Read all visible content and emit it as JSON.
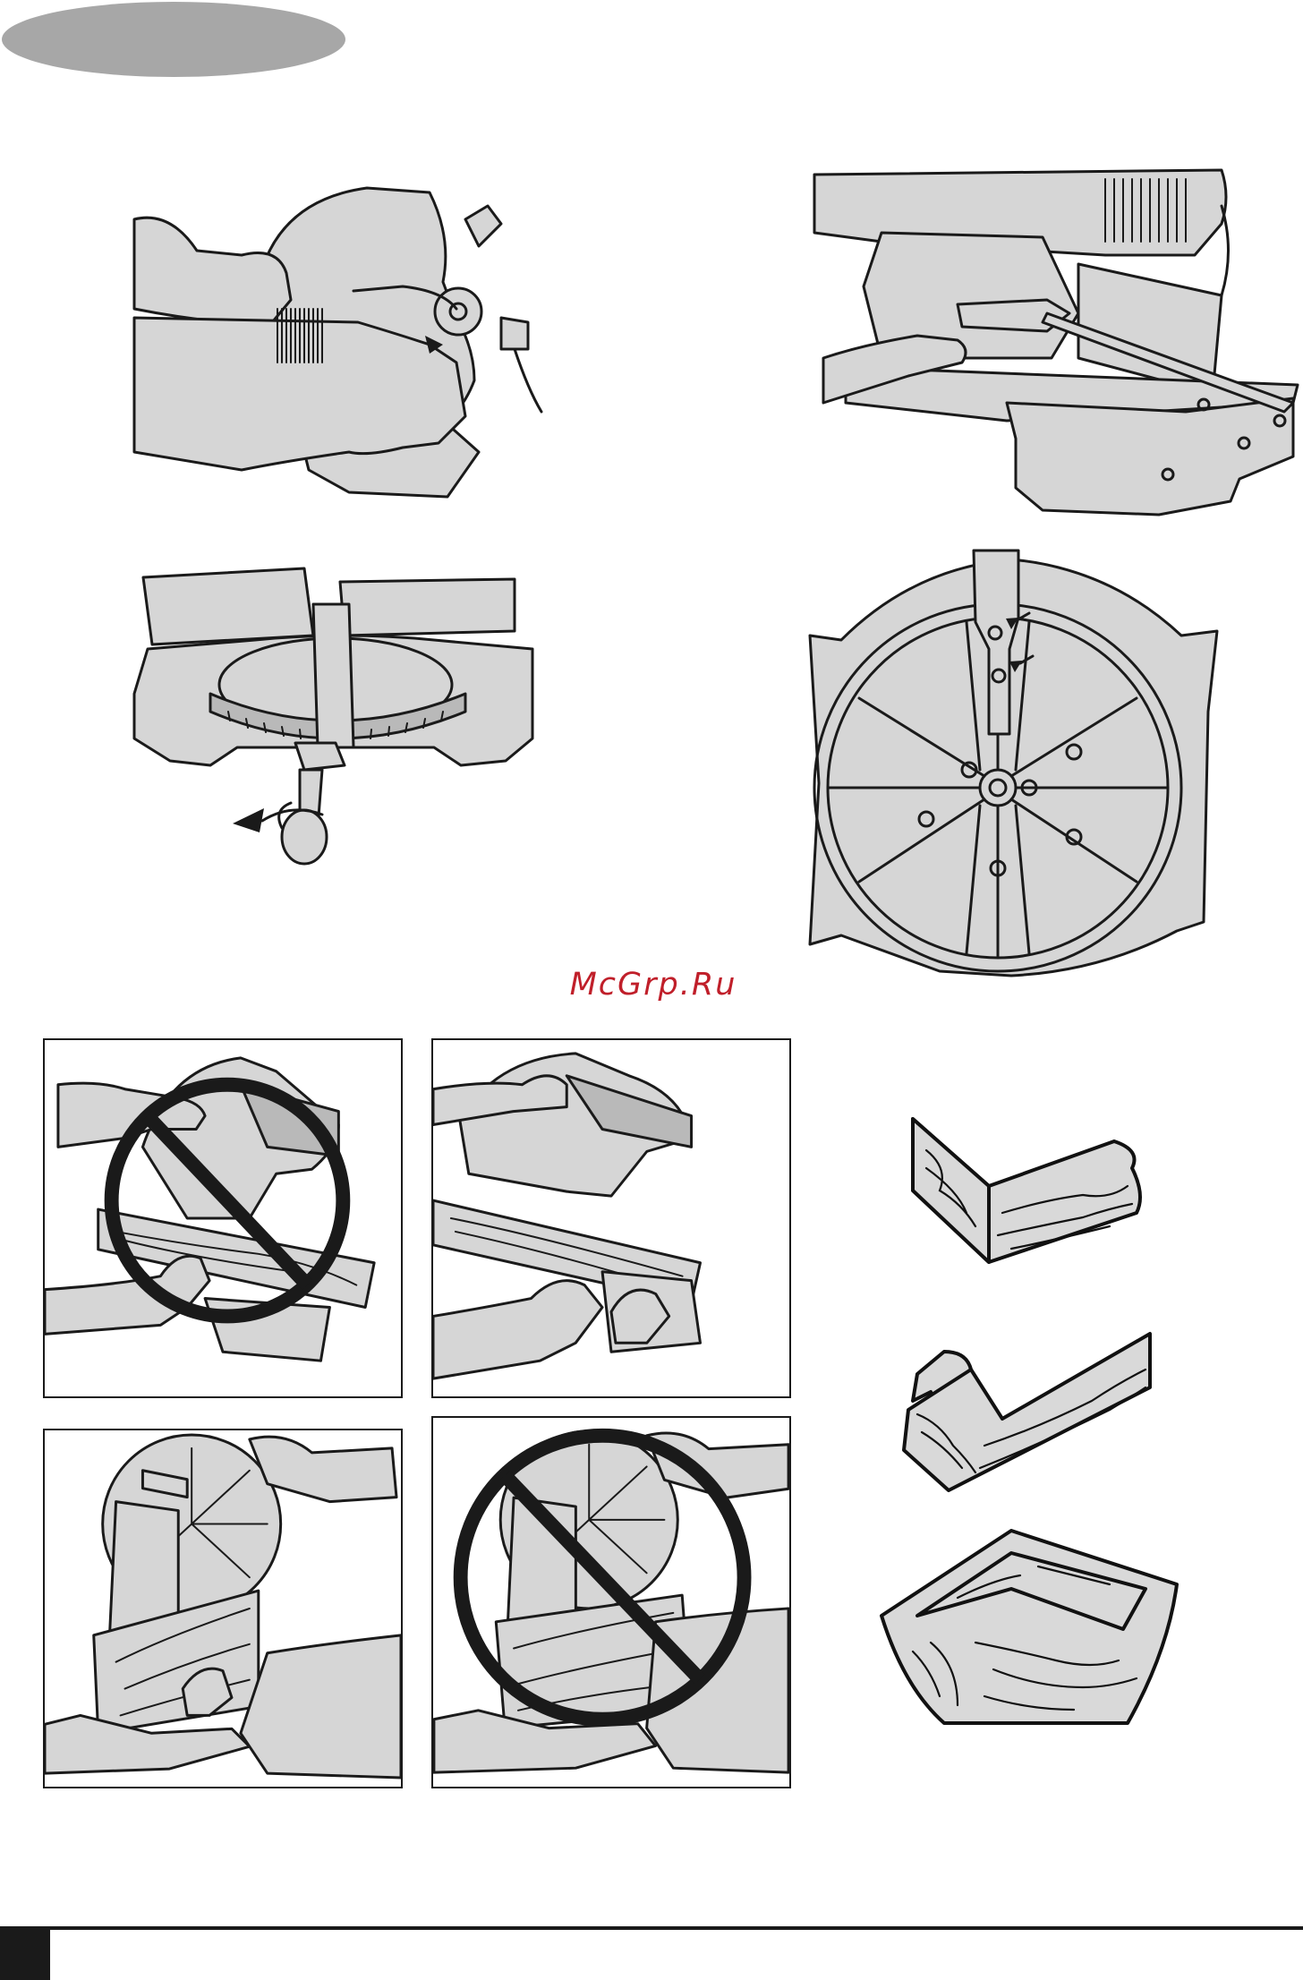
{
  "header": {
    "tab_color": "#a7a7a7"
  },
  "watermark": {
    "text": "McGrp.Ru",
    "color": "#c01f2a"
  },
  "figures": [
    {
      "id": "fig-hands-lower-guard",
      "icon": "saw-guard-adjust-illustration"
    },
    {
      "id": "fig-fence-blade-square",
      "icon": "fence-square-check-illustration"
    },
    {
      "id": "fig-miter-table-knob",
      "icon": "miter-table-lock-illustration"
    },
    {
      "id": "fig-blade-guard-screws",
      "icon": "blade-guard-screws-illustration"
    },
    {
      "id": "fig-wrong-hand-position",
      "icon": "prohibited-cut-illustration"
    },
    {
      "id": "fig-correct-hand-position",
      "icon": "correct-cut-illustration"
    },
    {
      "id": "fig-correct-bevel-cut",
      "icon": "correct-bevel-illustration"
    },
    {
      "id": "fig-wrong-bevel-cut",
      "icon": "prohibited-bevel-illustration"
    },
    {
      "id": "fig-wood-joints",
      "icon": "wood-joints-illustration"
    }
  ],
  "footer": {
    "rule_color": "#1a1a1a"
  }
}
